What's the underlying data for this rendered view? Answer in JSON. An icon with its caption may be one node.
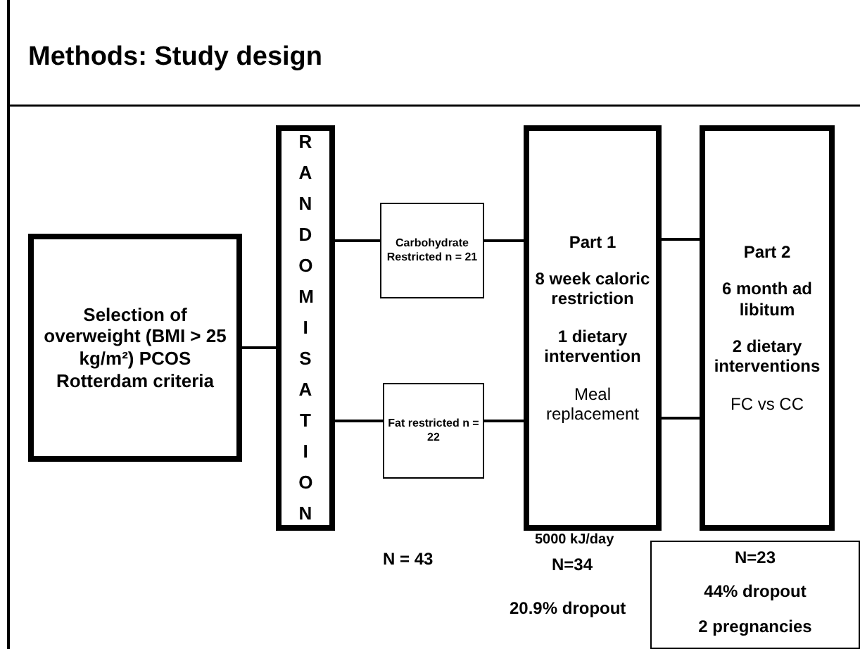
{
  "diagram": {
    "title": "Methods: Study design",
    "nodes": [
      {
        "text": [
          "Selection of overweight (BMI > 25 kg/m²) PCOS Rotterdam criteria"
        ]
      },
      {
        "text": [
          "RANDOMISATION"
        ]
      },
      {
        "text": [
          "Carbohydrate Restricted n = 21"
        ]
      },
      {
        "text": [
          "Fat restricted n = 22"
        ]
      },
      {
        "text": [
          "Part 1",
          "8 week caloric restriction",
          "1 dietary intervention",
          "Meal replacement"
        ]
      },
      {
        "text": [
          "Part 2",
          "6 month ad libitum",
          "2 dietary interventions",
          "FC vs CC"
        ]
      },
      {
        "text": [
          "N=23",
          "44% dropout",
          "2 pregnancies"
        ]
      }
    ],
    "edges": [
      {
        "from": 0,
        "to": 1,
        "arrow": "none"
      },
      {
        "from": 1,
        "to": 2,
        "arrow": "none"
      },
      {
        "from": 1,
        "to": 3,
        "arrow": "none"
      },
      {
        "from": 2,
        "to": 4,
        "arrow": "none"
      },
      {
        "from": 3,
        "to": 4,
        "arrow": "none"
      },
      {
        "from": 4,
        "to": 5,
        "arrow": "none"
      },
      {
        "from": 4,
        "to": 5,
        "arrow": "none"
      }
    ],
    "labels": [
      "N = 43",
      "5000 kJ/day",
      "N=34",
      "20.9% dropout"
    ]
  }
}
